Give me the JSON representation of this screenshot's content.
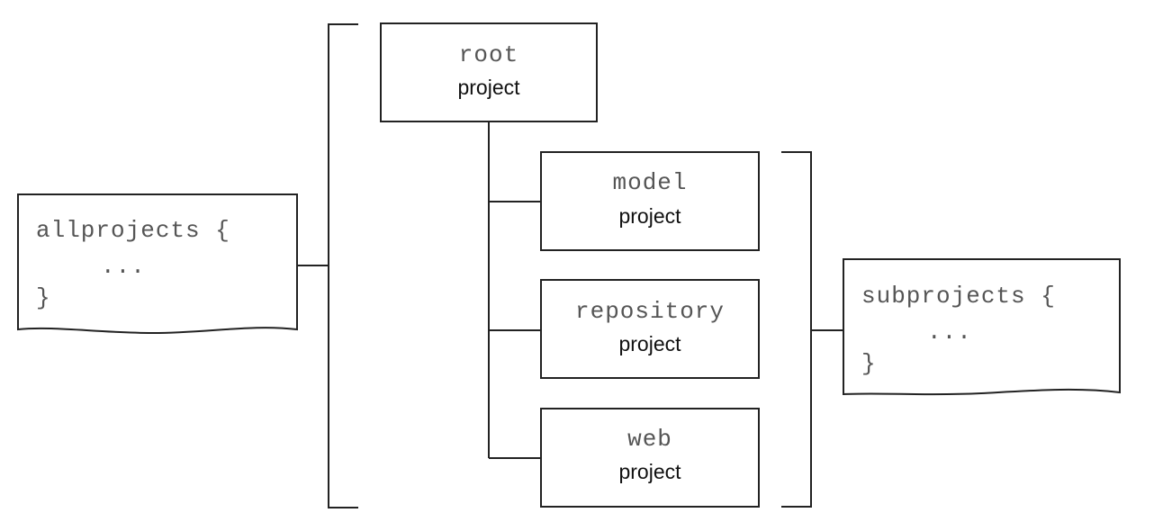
{
  "allprojects_block": {
    "line1": "allprojects {",
    "line2": "...",
    "line3": "}"
  },
  "subprojects_block": {
    "line1": "subprojects {",
    "line2": "...",
    "line3": "}"
  },
  "root": {
    "name": "root",
    "kind": "project"
  },
  "children": [
    {
      "name": "model",
      "kind": "project"
    },
    {
      "name": "repository",
      "kind": "project"
    },
    {
      "name": "web",
      "kind": "project"
    }
  ]
}
